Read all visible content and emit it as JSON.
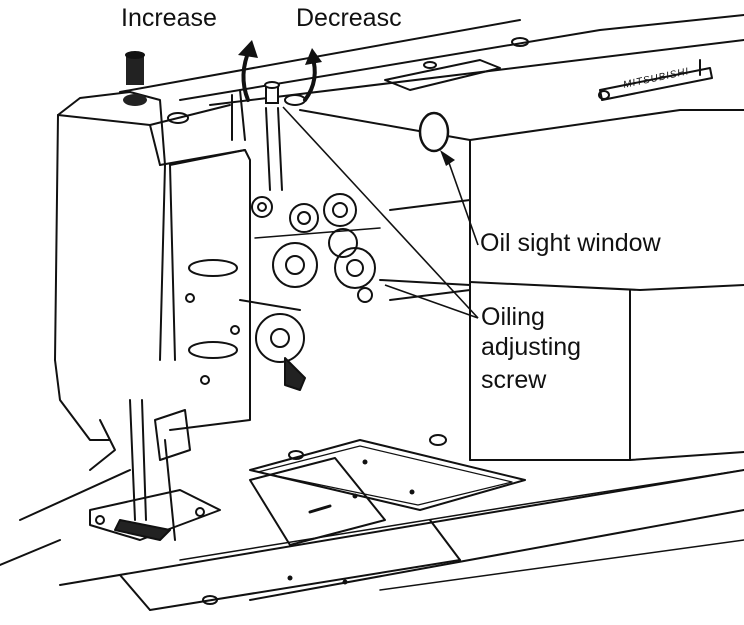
{
  "labels": {
    "increase": "Increase",
    "decrease": "Decreasc",
    "oil_sight_window": "Oil sight window",
    "oiling_adjusting_screw_lines": [
      "Oiling",
      "adjusting",
      "screw"
    ]
  },
  "brand_plate": "MITSUBISHI"
}
